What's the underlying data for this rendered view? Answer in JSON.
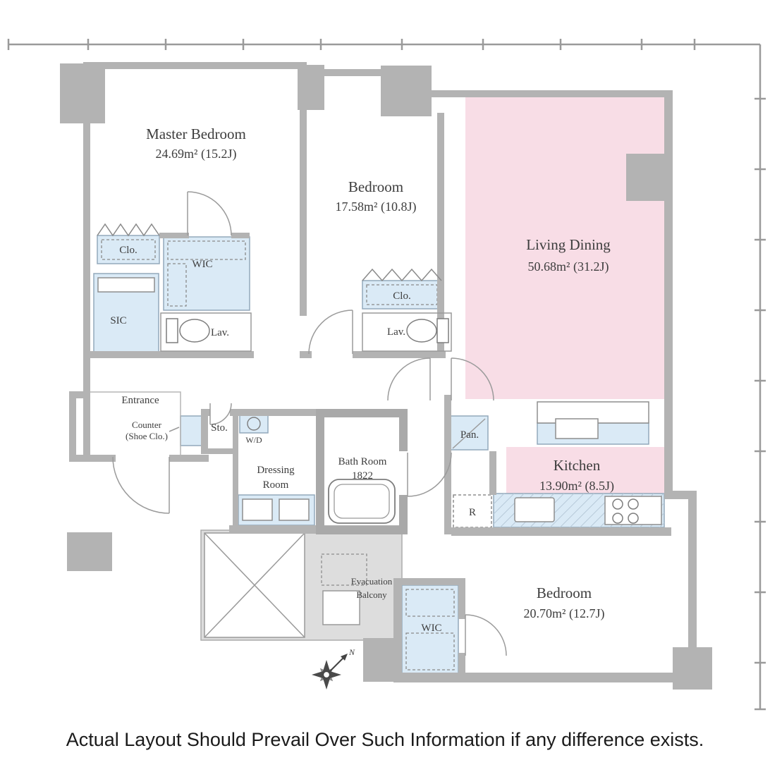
{
  "caption": {
    "text": "Actual Layout Should Prevail Over Such Information if any difference exists."
  },
  "colors": {
    "wall": "#b3b3b3",
    "living_pink": "#f8dde6",
    "closet_blue": "#daeaf6",
    "balcony_gray": "#dddddd",
    "bath_wall": "#a9a9a9"
  },
  "rooms": {
    "master_bedroom": {
      "name": "Master Bedroom",
      "area": "24.69m² (15.2J)"
    },
    "bedroom2": {
      "name": "Bedroom",
      "area": "17.58m² (10.8J)"
    },
    "living_dining": {
      "name": "Living Dining",
      "area": "50.68m² (31.2J)"
    },
    "kitchen": {
      "name": "Kitchen",
      "area": "13.90m² (8.5J)"
    },
    "bedroom3": {
      "name": "Bedroom",
      "area": "20.70m² (12.7J)"
    }
  },
  "labels": {
    "clo_master": "Clo.",
    "wic_master": "WIC",
    "sic": "SIC",
    "lav_master": "Lav.",
    "clo_bedroom2": "Clo.",
    "lav2": "Lav.",
    "entrance": "Entrance",
    "counter_line1": "Counter",
    "counter_line2": "(Shoe Clo.)",
    "sto": "Sto.",
    "wd": "W/D",
    "dressing_line1": "Dressing",
    "dressing_line2": "Room",
    "bath_line1": "Bath Room",
    "bath_line2": "1822",
    "pan": "Pan.",
    "refrigerator": "R",
    "evac_line1": "Evacuation",
    "evac_line2": "Balcony",
    "wic_bedroom3": "WIC",
    "compass_mark": "N"
  }
}
